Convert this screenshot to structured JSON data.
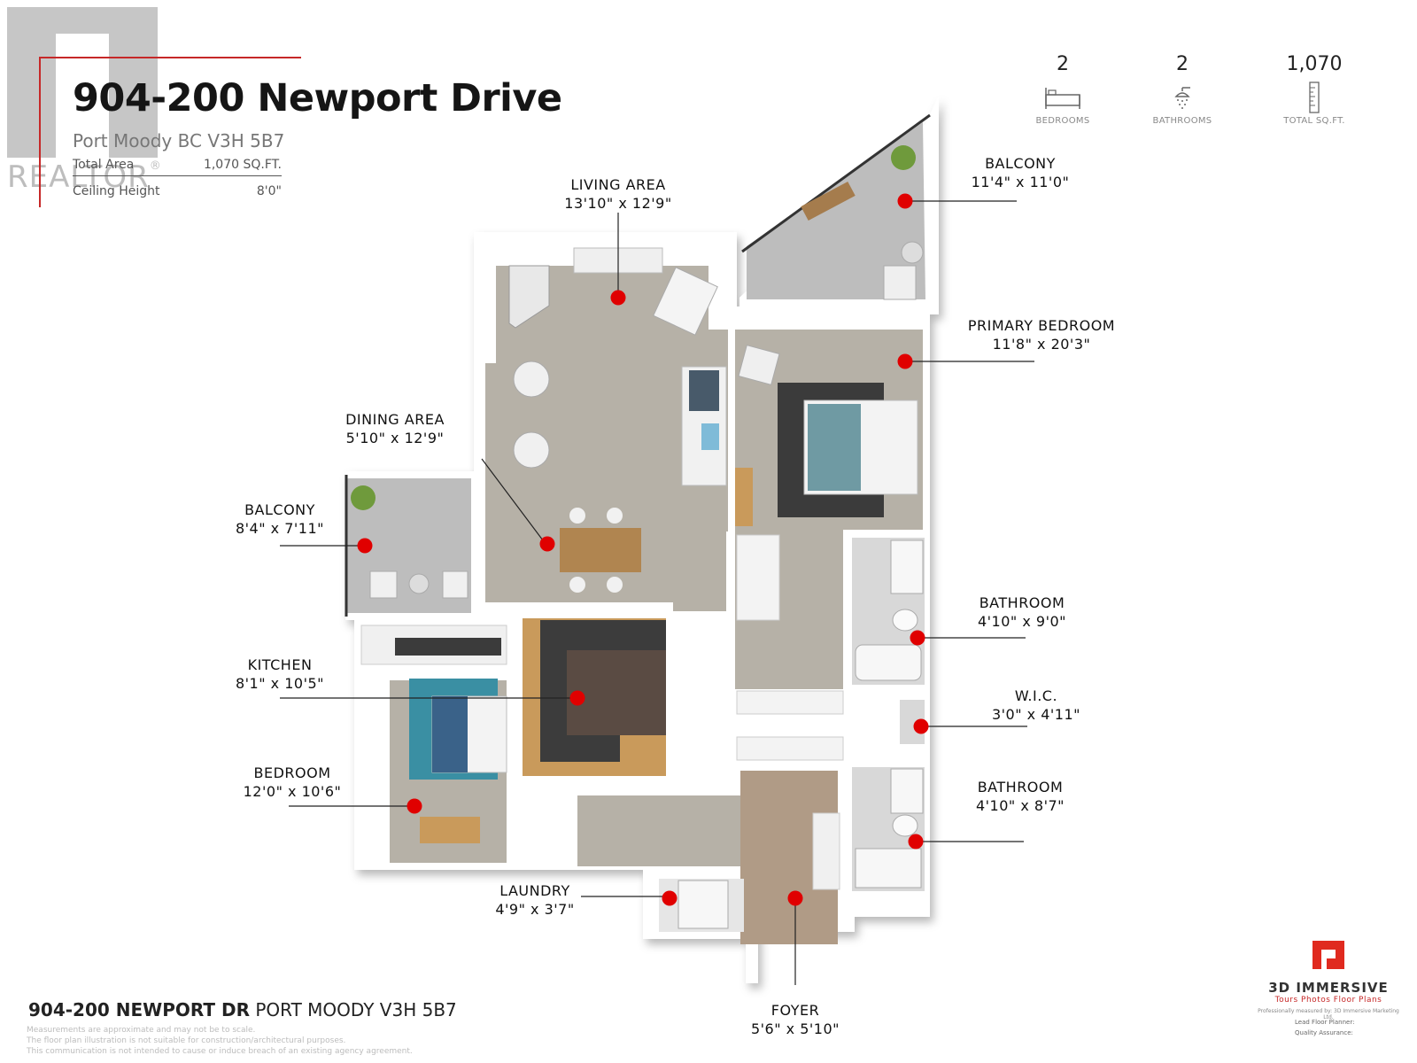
{
  "header": {
    "watermark": "REALTOR",
    "watermark_reg": "®",
    "title": "904-200 Newport Drive",
    "subtitle": "Port Moody BC V3H 5B7",
    "total_area_label": "Total Area",
    "total_area_value": "1,070 SQ.FT.",
    "ceiling_label": "Ceiling Height",
    "ceiling_value": "8'0\""
  },
  "stats": [
    {
      "value": "2",
      "label": "BEDROOMS",
      "icon": "bed-icon"
    },
    {
      "value": "2",
      "label": "BATHROOMS",
      "icon": "shower-icon"
    },
    {
      "value": "1,070",
      "label": "TOTAL SQ.FT.",
      "icon": "ruler-icon"
    }
  ],
  "rooms": {
    "living": {
      "name": "LIVING AREA",
      "dims": "13'10\" x 12'9\""
    },
    "balcony_top": {
      "name": "BALCONY",
      "dims": "11'4\" x 11'0\""
    },
    "primary": {
      "name": "PRIMARY BEDROOM",
      "dims": "11'8\" x 20'3\""
    },
    "dining": {
      "name": "DINING AREA",
      "dims": "5'10\" x 12'9\""
    },
    "balcony_left": {
      "name": "BALCONY",
      "dims": "8'4\" x 7'11\""
    },
    "bath1": {
      "name": "BATHROOM",
      "dims": "4'10\" x 9'0\""
    },
    "kitchen": {
      "name": "KITCHEN",
      "dims": "8'1\" x 10'5\""
    },
    "wic": {
      "name": "W.I.C.",
      "dims": "3'0\" x 4'11\""
    },
    "bedroom": {
      "name": "BEDROOM",
      "dims": "12'0\" x 10'6\""
    },
    "bath2": {
      "name": "BATHROOM",
      "dims": "4'10\" x 8'7\""
    },
    "laundry": {
      "name": "LAUNDRY",
      "dims": "4'9\" x 3'7\""
    },
    "foyer": {
      "name": "FOYER",
      "dims": "5'6\" x 5'10\""
    }
  },
  "footer": {
    "address_bold": "904-200 NEWPORT DR",
    "address_rest": " PORT MOODY V3H 5B7",
    "disclaimer_1": "Measurements are approximate and may not be to scale.",
    "disclaimer_2": "The floor plan illustration is not suitable for construction/architectural purposes.",
    "disclaimer_3": "This communication is not intended to cause or induce breach of an existing agency agreement."
  },
  "logo": {
    "name": "3D IMMERSIVE",
    "tagline": "Tours  Photos  Floor Plans",
    "credit": "Professionally measured by: 3D Immersive Marketing Ltd.",
    "lead_label": "Lead Floor Planner:",
    "qa_label": "Quality Assurance:"
  },
  "colors": {
    "marker": "#e00000",
    "wall": "#ffffff",
    "carpet": "#b9b4ab",
    "balcony": "#bcbcbc",
    "wood": "#c99a5b"
  }
}
